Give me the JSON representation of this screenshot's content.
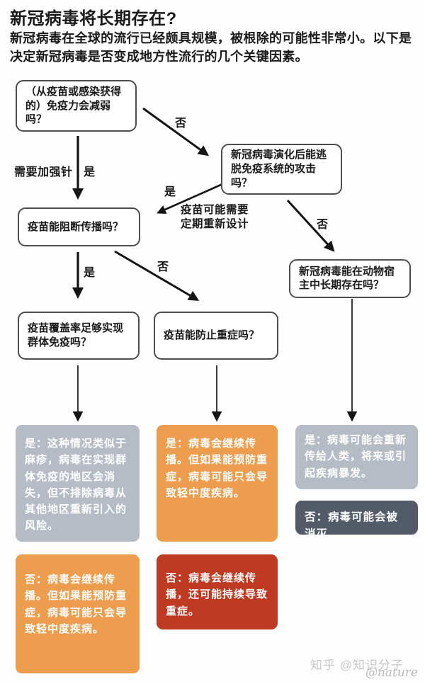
{
  "header": {
    "title": "新冠病毒将长期存在?",
    "intro": "新冠病毒在全球的流行已经颇具规模，被根除的可能性非常小。以下是决定新冠病毒是否变成地方性流行的几个关键因素。"
  },
  "flow": {
    "questions": {
      "q1": "（从疫苗或感染获得的）免疫力会减弱吗？",
      "q2": "新冠病毒演化后能逃脱免疫系统的攻击吗？",
      "q3": "疫苗能阻断传播吗？",
      "q4": "新冠病毒能在动物宿主中长期存在吗？",
      "q5": "疫苗覆盖率足够实现群体免疫吗？",
      "q6": "疫苗能防止重症吗？"
    },
    "labels": {
      "booster": "需要加强针",
      "yes1": "是",
      "no1": "否",
      "yes2": "是",
      "redesign": "疫苗可能需要定期重新设计",
      "no2": "否",
      "yes3": "是",
      "no3": "否"
    },
    "outcomes": {
      "herd": "是：这种情况类似于麻疹，病毒在实现群体免疫的地区会消失，但不排除病毒从其他地区重新引入的风险。",
      "mild_yes": "是：病毒会继续传播。但如果能预防重症，病毒可能只会导致轻中度疾病。",
      "animal_yes": "是：病毒可能会重新传给人类，将来或引起疾病暴发。",
      "animal_no": "否：病毒可能会被消灭",
      "mild_no": "否：病毒会继续传播。但如果能预防重症，病毒可能只会导致轻中度疾病。",
      "severe_no": "否：病毒会继续传播，还可能持续导致重症。"
    }
  },
  "colors": {
    "outcome_gray": "#b6bcc6",
    "outcome_orange": "#EC9D4D",
    "outcome_red": "#BE3A22",
    "outcome_dark": "#535A68",
    "ink": "#1a1a1a"
  },
  "watermark": {
    "zhihu": "知乎 @知识分子",
    "nature": "@nature"
  }
}
